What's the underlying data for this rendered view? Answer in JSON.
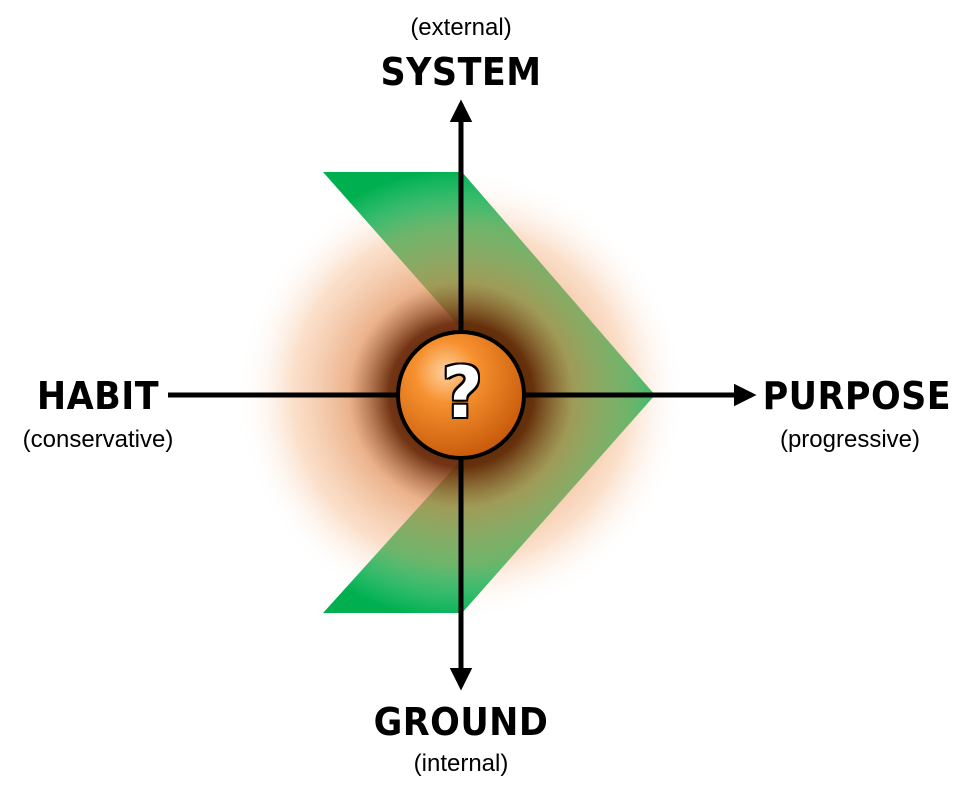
{
  "axes": {
    "top": {
      "title": "SYSTEM",
      "subtitle": "(external)"
    },
    "bottom": {
      "title": "GROUND",
      "subtitle": "(internal)"
    },
    "left": {
      "title": "HABIT",
      "subtitle": "(conservative)"
    },
    "right": {
      "title": "PURPOSE",
      "subtitle": "(progressive)"
    }
  },
  "center": {
    "symbol": "?"
  },
  "colors": {
    "chevron": "#00b050",
    "glow": "#f4a46a",
    "center_fill": "#f47b20",
    "axis": "#000000"
  }
}
